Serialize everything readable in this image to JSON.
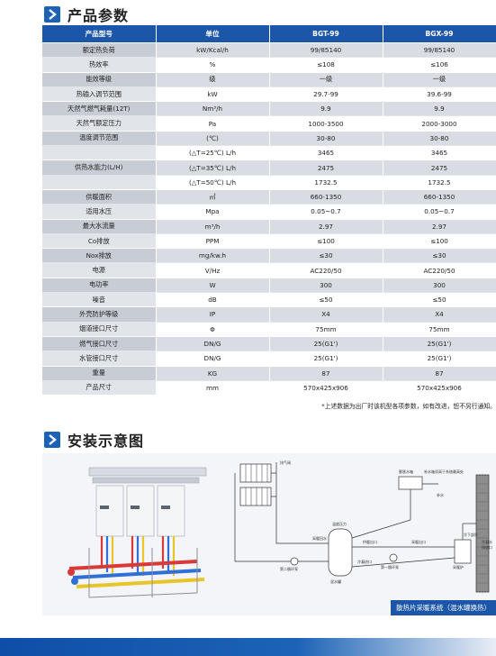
{
  "section1": {
    "title": "产品参数"
  },
  "table": {
    "headers": [
      "产品型号",
      "单位",
      "BGT-99",
      "BGX-99"
    ],
    "rows": [
      [
        "额定热负荷",
        "kW/Kcal/h",
        "99/85140",
        "99/85140"
      ],
      [
        "热效率",
        "%",
        "≤108",
        "≤106"
      ],
      [
        "能效等级",
        "级",
        "一级",
        "一级"
      ],
      [
        "热输入调节范围",
        "kW",
        "29.7-99",
        "39.6-99"
      ],
      [
        "天然气燃气耗量(12T)",
        "Nm³/h",
        "9.9",
        "9.9"
      ],
      [
        "天然气额定压力",
        "Pa",
        "1000-3500",
        "2000-3000"
      ],
      [
        "温度调节范围",
        "(℃)",
        "30-80",
        "30-80"
      ],
      [
        "",
        "(△T=25℃) L/h",
        "3465",
        "3465"
      ],
      [
        "供热水能力(L/H)",
        "(△T=35℃) L/h",
        "2475",
        "2475"
      ],
      [
        "",
        "(△T=50℃) L/h",
        "1732.5",
        "1732.5"
      ],
      [
        "供暖面积",
        "㎡",
        "660-1350",
        "660-1350"
      ],
      [
        "适用水压",
        "Mpa",
        "0.05~0.7",
        "0.05~0.7"
      ],
      [
        "最大水流量",
        "m³/h",
        "2.97",
        "2.97"
      ],
      [
        "Co排放",
        "PPM",
        "≤100",
        "≤100"
      ],
      [
        "Nox排放",
        "mg/kw.h",
        "≤30",
        "≤30"
      ],
      [
        "电源",
        "V/Hz",
        "AC220/50",
        "AC220/50"
      ],
      [
        "电功率",
        "W",
        "300",
        "300"
      ],
      [
        "噪音",
        "dB",
        "≤50",
        "≤50"
      ],
      [
        "外壳防护等级",
        "IP",
        "X4",
        "X4"
      ],
      [
        "烟道接口尺寸",
        "Φ",
        "75mm",
        "75mm"
      ],
      [
        "燃气接口尺寸",
        "DN/G",
        "25(G1')",
        "25(G1')"
      ],
      [
        "水管接口尺寸",
        "DN/G",
        "25(G1')",
        "25(G1')"
      ],
      [
        "重量",
        "KG",
        "87",
        "87"
      ],
      [
        "产品尺寸",
        "mm",
        "570x425x906",
        "570x425x906"
      ]
    ]
  },
  "note": "*上述数据为出厂时该机型各项参数，如有改进，恕不另行通知。",
  "section2": {
    "title": "安装示意图"
  },
  "diagram": {
    "caption": "散热片采暖系统（混水罐换热）",
    "labels": {
      "exhaust": "排气阀",
      "expansion_tank": "膨胀水箱",
      "expansion_note": "补水箱须高于系统最高处",
      "makeup": "补水",
      "gauge": "温度压力",
      "supply": "采暖回水",
      "tank": "混水罐",
      "pump2": "第二循环泵",
      "pump1": "第一循环泵",
      "supply_out": "供暖出口",
      "return_in": "采暖出口",
      "heater": "采暖炉",
      "flue_in": "冷凝进口",
      "chimney_a": "冷凝水",
      "chimney_b": "排放口",
      "upper": "冷下部打"
    }
  },
  "colors": {
    "header_blue": "#1c56a8",
    "row_grey": "#d9dde3",
    "accent": "#1c63b7"
  }
}
